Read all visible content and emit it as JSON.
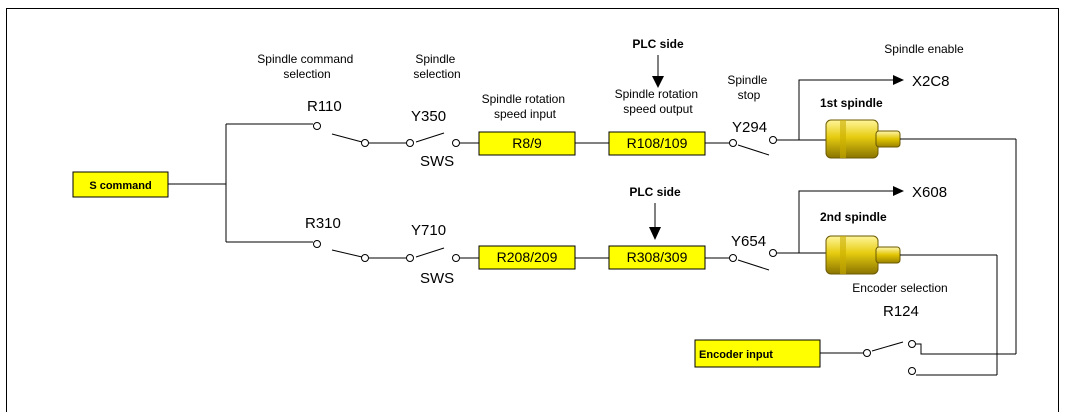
{
  "s_command": "S command",
  "encoder_input": "Encoder input",
  "spindle_enable": "Spindle enable",
  "encoder_selection": "Encoder selection",
  "col_labels": {
    "spindle_command_selection": [
      "Spindle command",
      "selection"
    ],
    "spindle_selection": [
      "Spindle",
      "selection"
    ],
    "spindle_rotation_speed_input": [
      "Spindle rotation",
      "speed input"
    ],
    "spindle_rotation_speed_output": [
      "Spindle rotation",
      "speed output"
    ],
    "spindle_stop": [
      "Spindle",
      "stop"
    ]
  },
  "spindle1": {
    "command_switch": "R110",
    "select_switch": "Y350",
    "sws": "SWS",
    "speed_input": "R8/9",
    "speed_output": "R108/109",
    "stop_switch": "Y294",
    "plc_side": "PLC side",
    "enable_signal": "X2C8",
    "name": "1st spindle"
  },
  "spindle2": {
    "command_switch": "R310",
    "select_switch": "Y710",
    "sws": "SWS",
    "speed_input": "R208/209",
    "speed_output": "R308/309",
    "stop_switch": "Y654",
    "plc_side": "PLC side",
    "enable_signal": "X608",
    "name": "2nd spindle"
  },
  "encoder_switch": "R124",
  "colors": {
    "box_fill": "#ffff00",
    "motor_body": "#d9bf00",
    "motor_highlight": "#fff59a",
    "motor_shadow": "#8a7400"
  }
}
